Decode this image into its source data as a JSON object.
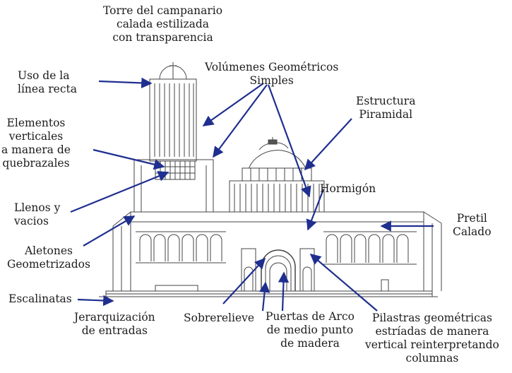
{
  "colors": {
    "lines": "#444444",
    "arrows": "#1f2f8f",
    "text": "#1c1c1c",
    "background": "#ffffff"
  },
  "labels": {
    "torre": [
      "Torre del campanario",
      "calada estilizada",
      "con transparencia"
    ],
    "linea_recta": [
      "Uso de la",
      "línea recta"
    ],
    "volumenes": [
      "Volúmenes Geométricos",
      "Simples"
    ],
    "estructura": [
      "Estructura",
      "Piramidal"
    ],
    "elementos": [
      "Elementos",
      "verticales",
      "a manera de",
      "quebrazales"
    ],
    "hormigon": [
      "Hormigón"
    ],
    "llenos": [
      "Llenos y",
      "vacios"
    ],
    "pretil": [
      "Pretil",
      "Calado"
    ],
    "aletones": [
      "Aletones",
      "Geometrizados"
    ],
    "escalinatas": [
      "Escalinatas"
    ],
    "jerarquizacion": [
      "Jerarquización",
      "de entradas"
    ],
    "sobrerelieve": [
      "Sobrerelieve"
    ],
    "puertas": [
      "Puertas de Arco",
      "de medio punto",
      "de madera"
    ],
    "pilastras": [
      "Pilastras geométricas",
      "estríadas de manera",
      "vertical reinterpretando",
      "columnas"
    ]
  }
}
